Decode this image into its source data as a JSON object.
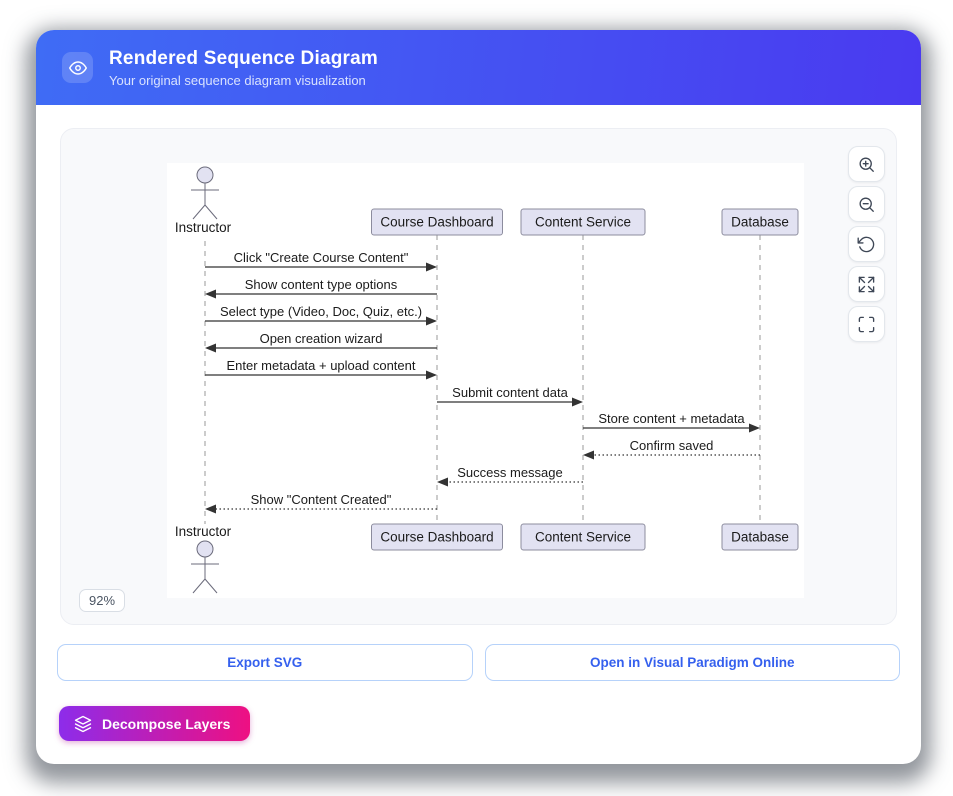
{
  "header": {
    "title": "Rendered Sequence Diagram",
    "subtitle": "Your original sequence diagram visualization",
    "icon": "eye-icon"
  },
  "viewer": {
    "zoom_level": "92%",
    "controls": [
      {
        "name": "zoom-in",
        "icon": "zoom-in-icon"
      },
      {
        "name": "zoom-out",
        "icon": "zoom-out-icon"
      },
      {
        "name": "reset-view",
        "icon": "rotate-ccw-icon"
      },
      {
        "name": "expand",
        "icon": "expand-arrows-icon"
      },
      {
        "name": "fullscreen",
        "icon": "fullscreen-brackets-icon"
      }
    ]
  },
  "diagram": {
    "actor": "Instructor",
    "participants": [
      "Course Dashboard",
      "Content Service",
      "Database"
    ],
    "messages": [
      {
        "from": "Instructor",
        "to": "Course Dashboard",
        "label": "Click \"Create Course Content\"",
        "style": "solid"
      },
      {
        "from": "Course Dashboard",
        "to": "Instructor",
        "label": "Show content type options",
        "style": "solid"
      },
      {
        "from": "Instructor",
        "to": "Course Dashboard",
        "label": "Select type (Video, Doc, Quiz, etc.)",
        "style": "solid"
      },
      {
        "from": "Course Dashboard",
        "to": "Instructor",
        "label": "Open creation wizard",
        "style": "solid"
      },
      {
        "from": "Instructor",
        "to": "Course Dashboard",
        "label": "Enter metadata + upload content",
        "style": "solid"
      },
      {
        "from": "Course Dashboard",
        "to": "Content Service",
        "label": "Submit content data",
        "style": "solid"
      },
      {
        "from": "Content Service",
        "to": "Database",
        "label": "Store content + metadata",
        "style": "solid"
      },
      {
        "from": "Database",
        "to": "Content Service",
        "label": "Confirm saved",
        "style": "dotted"
      },
      {
        "from": "Content Service",
        "to": "Course Dashboard",
        "label": "Success message",
        "style": "dotted"
      },
      {
        "from": "Course Dashboard",
        "to": "Instructor",
        "label": "Show \"Content Created\"",
        "style": "dotted"
      }
    ]
  },
  "actions": {
    "export_svg": "Export SVG",
    "open_vp": "Open in Visual Paradigm Online",
    "decompose": "Decompose Layers"
  },
  "colors": {
    "header_gradient_start": "#3f6cf5",
    "header_gradient_end": "#4a3af0",
    "decompose_gradient_start": "#8d2cea",
    "decompose_gradient_end": "#ee1082",
    "action_text": "#3560ee",
    "action_border": "#b6d2fa",
    "participant_fill": "#e2e2f2",
    "participant_border": "#8c8c9e"
  }
}
